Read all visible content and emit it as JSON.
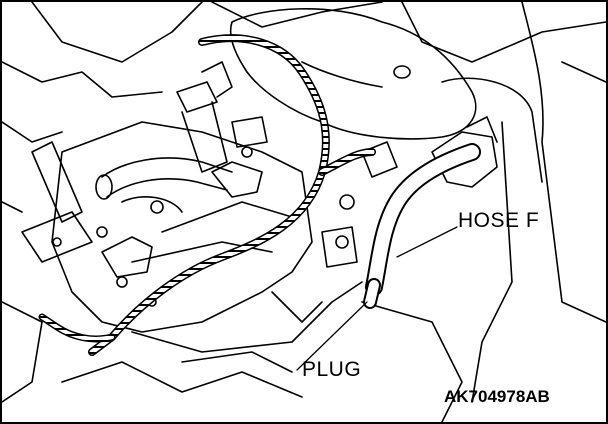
{
  "figure": {
    "labels": {
      "hose": "HOSE F",
      "plug": "PLUG"
    },
    "figure_code": "AK704978AB"
  },
  "colors": {
    "ink": "#000000",
    "paper": "#ffffff"
  }
}
